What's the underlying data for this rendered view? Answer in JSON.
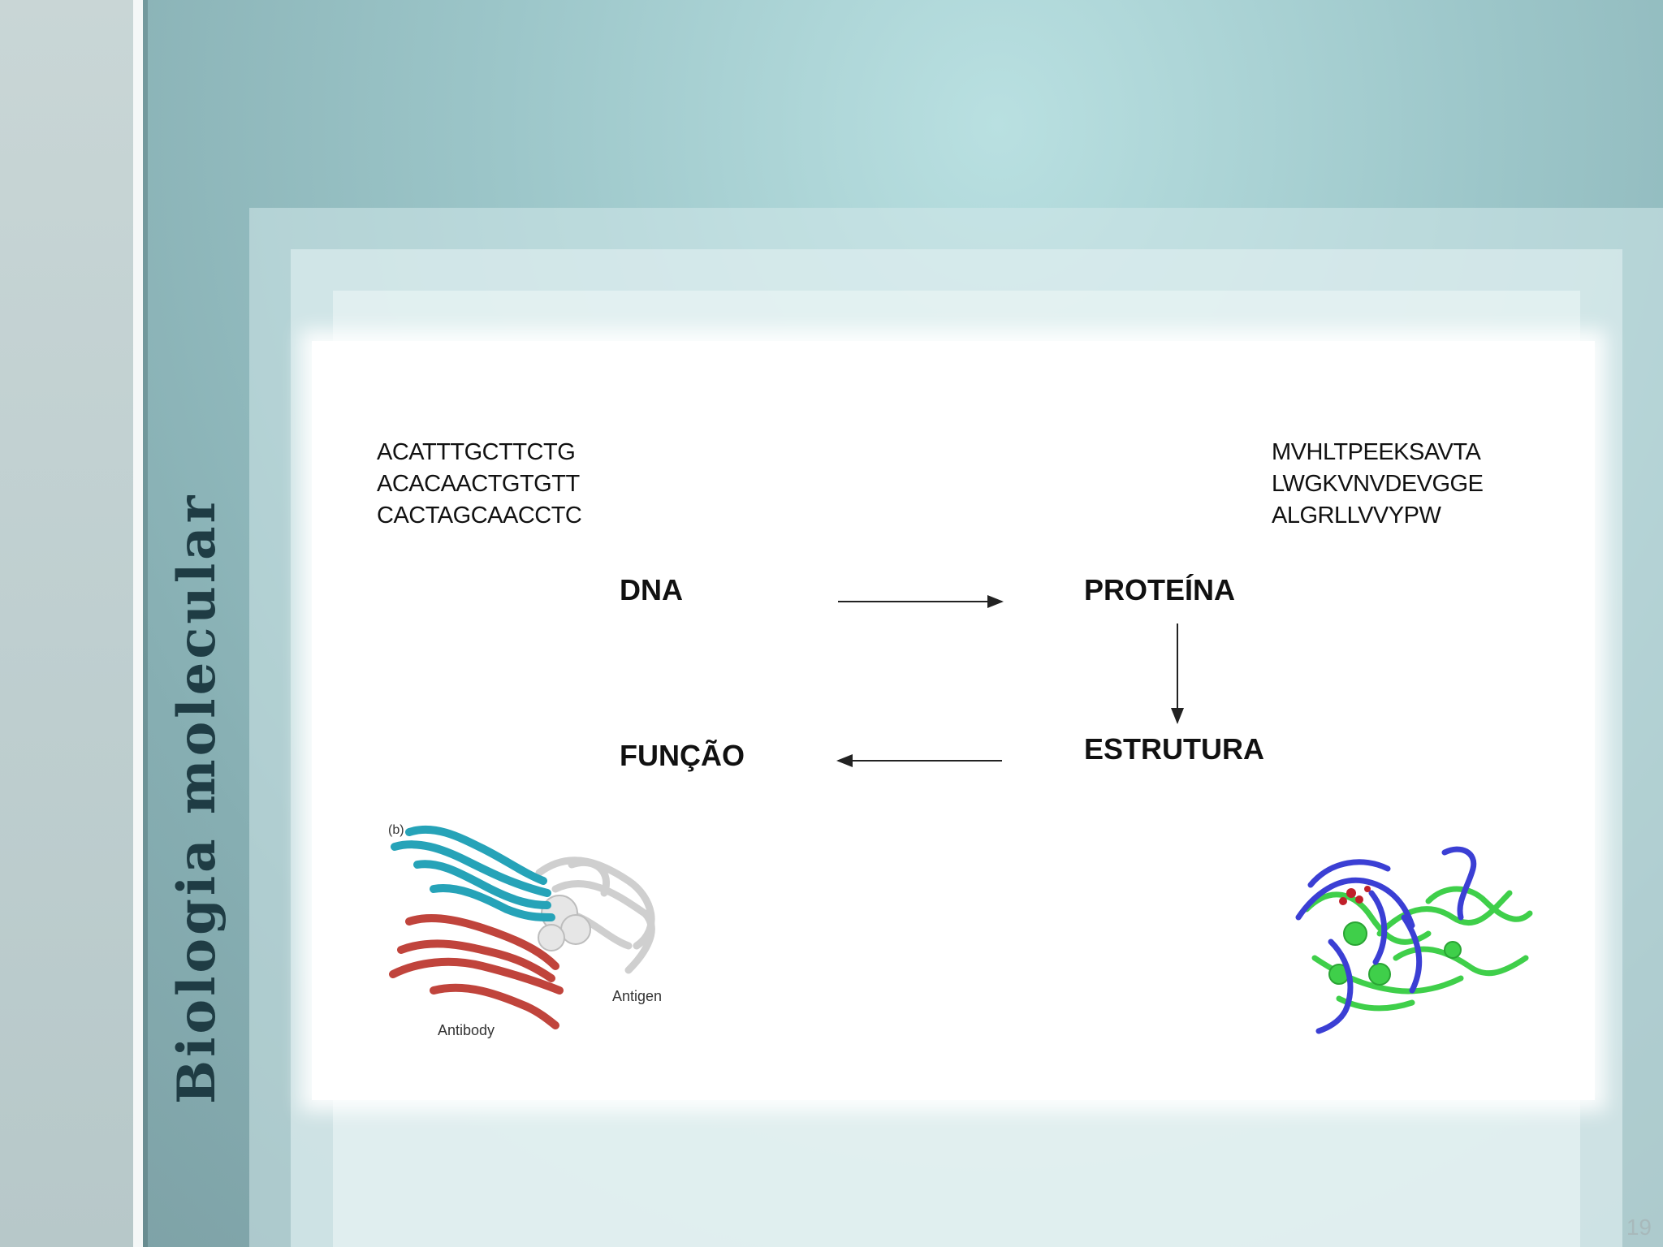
{
  "slide": {
    "title": "Biologia molecular",
    "number": "19"
  },
  "diagram": {
    "dna_sequence": [
      "ACATTTGCTTCTG",
      "ACACAACTGTGTT",
      "CACTAGCAACCTC"
    ],
    "protein_sequence": [
      "MVHLTPEEKSAVTA",
      "LWGKVNVDEVGGE",
      "ALGRLLVVYPW"
    ],
    "nodes": {
      "dna": "DNA",
      "protein": "PROTEÍNA",
      "structure": "ESTRUTURA",
      "function": "FUNÇÃO"
    },
    "antibody_figure": {
      "panel_label": "(b)",
      "antigen_label": "Antigen",
      "antibody_label": "Antibody"
    }
  },
  "colors": {
    "antibody_heavy": "#26a3b8",
    "antibody_light": "#c0443c",
    "antigen": "#d8d8d8",
    "protein_green": "#3fcf4a",
    "protein_blue": "#3b3fd4",
    "ligand_red": "#c0202a"
  }
}
